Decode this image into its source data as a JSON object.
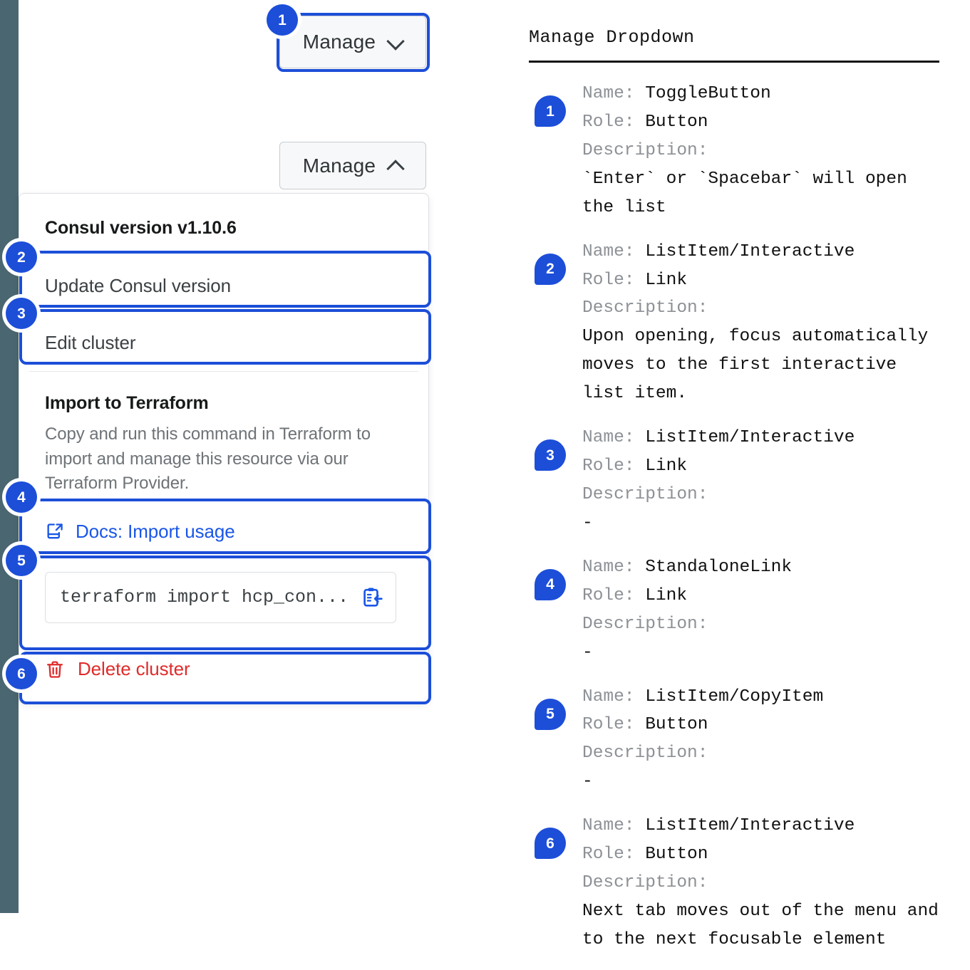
{
  "colors": {
    "accent": "#1c4ed8",
    "link": "#1a56e8",
    "danger": "#e02b2b",
    "rail": "#4a6670",
    "muted": "#8d9196"
  },
  "rail": {
    "name": "left-nav-rail"
  },
  "toggle_closed": {
    "label": "Manage",
    "chevron": "chevron-down-icon",
    "badge": "1"
  },
  "toggle_open": {
    "label": "Manage",
    "chevron": "chevron-up-icon"
  },
  "dropdown": {
    "version_heading": "Consul version v1.10.6",
    "item_update": "Update Consul version",
    "item_edit": "Edit cluster",
    "terraform_title": "Import to Terraform",
    "terraform_desc": "Copy and run this command in Terraform to import and manage this resource via our Terraform Provider.",
    "docs_link": "Docs: Import usage",
    "docs_icon": "docs-external-link-icon",
    "code_value": "terraform import hcp_con...",
    "copy_icon": "clipboard-copy-icon",
    "delete_label": "Delete cluster",
    "delete_icon": "trash-icon"
  },
  "badges": {
    "b1": "1",
    "b2": "2",
    "b3": "3",
    "b4": "4",
    "b5": "5",
    "b6": "6"
  },
  "panel": {
    "title": "Manage Dropdown",
    "labels": {
      "name": "Name:",
      "role": "Role:",
      "description": "Description:"
    },
    "entries": [
      {
        "num": "1",
        "name": "ToggleButton",
        "role": "Button",
        "description": "`Enter` or `Spacebar` will open\nthe list"
      },
      {
        "num": "2",
        "name": "ListItem/Interactive",
        "role": "Link",
        "description": "Upon opening, focus automatically\nmoves to the first interactive\nlist item."
      },
      {
        "num": "3",
        "name": "ListItem/Interactive",
        "role": "Link",
        "description": "-"
      },
      {
        "num": "4",
        "name": "StandaloneLink",
        "role": "Link",
        "description": "-"
      },
      {
        "num": "5",
        "name": "ListItem/CopyItem",
        "role": "Button",
        "description": "-"
      },
      {
        "num": "6",
        "name": "ListItem/Interactive",
        "role": "Button",
        "description": "Next tab moves out of the menu and\nto the next focusable element"
      }
    ]
  }
}
